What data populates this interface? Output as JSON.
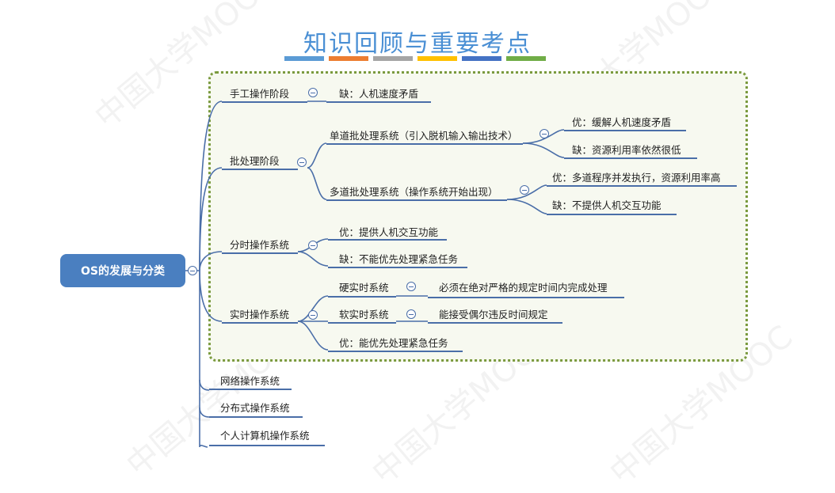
{
  "title": "知识回顾与重要考点",
  "title_bar_colors": [
    "#5b9bd5",
    "#ed7d31",
    "#a5a5a5",
    "#ffc000",
    "#4472c4",
    "#70ad47"
  ],
  "root": "OS的发展与分类",
  "watermark": "中国大学MOOC",
  "nodes": {
    "manual": {
      "label": "手工操作阶段",
      "con": "缺：人机速度矛盾"
    },
    "batch": {
      "label": "批处理阶段",
      "single": {
        "label": "单道批处理系统（引入脱机输入输出技术）",
        "pro": "优：缓解人机速度矛盾",
        "con": "缺：资源利用率依然很低"
      },
      "multi": {
        "label": "多道批处理系统（操作系统开始出现）",
        "pro": "优：多道程序并发执行，资源利用率高",
        "con": "缺：不提供人机交互功能"
      }
    },
    "timesharing": {
      "label": "分时操作系统",
      "pro": "优：提供人机交互功能",
      "con": "缺：不能优先处理紧急任务"
    },
    "realtime": {
      "label": "实时操作系统",
      "hard": {
        "label": "硬实时系统",
        "desc": "必须在绝对严格的规定时间内完成处理"
      },
      "soft": {
        "label": "软实时系统",
        "desc": "能接受偶尔违反时间规定"
      },
      "pro": "优：能优先处理紧急任务"
    },
    "network": "网络操作系统",
    "distributed": "分布式操作系统",
    "personal": "个人计算机操作系统"
  }
}
